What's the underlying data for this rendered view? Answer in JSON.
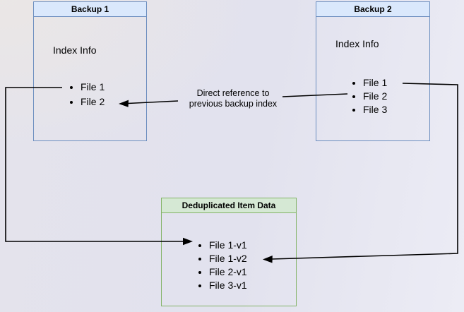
{
  "diagram": {
    "backup1": {
      "title": "Backup 1",
      "subtitle": "Index Info",
      "items": [
        "File 1",
        "File 2"
      ]
    },
    "backup2": {
      "title": "Backup 2",
      "subtitle": "Index Info",
      "items": [
        "File 1",
        "File 2",
        "File 3"
      ]
    },
    "dedup": {
      "title": "Deduplicated Item Data",
      "items": [
        "File 1-v1",
        "File 1-v2",
        "File 2-v1",
        "File 3-v1"
      ]
    },
    "annotation": {
      "line1": "Direct reference to",
      "line2": "previous backup index"
    },
    "colors": {
      "blue_border": "#6c8ebf",
      "blue_fill": "#dae8fc",
      "green_border": "#82b366",
      "green_fill": "#d5e8d4",
      "line": "#000000"
    }
  }
}
